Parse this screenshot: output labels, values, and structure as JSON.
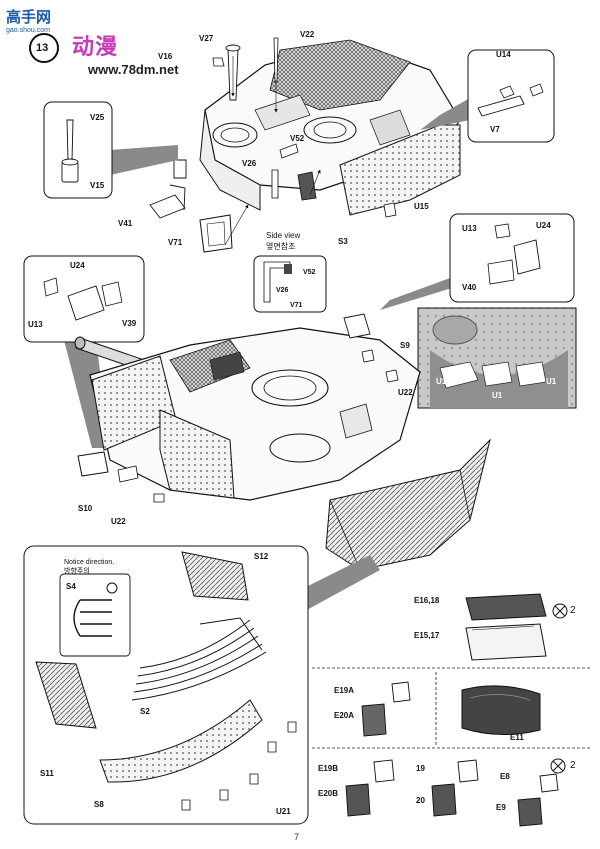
{
  "watermark": {
    "title": "高手网",
    "subtitle": "gao.shou.com",
    "brand": "动漫",
    "url": "www.78dm.net"
  },
  "step": {
    "number": "13"
  },
  "side_view": {
    "title": "Side view",
    "title_korean": "옆면참조",
    "parts": [
      "V52",
      "V26",
      "V71"
    ]
  },
  "notice": {
    "text": "Notice direction.",
    "text_korean": "방향주의",
    "part": "S4"
  },
  "labels": {
    "v27": "V27",
    "v22": "V22",
    "v16": "V16",
    "v25": "V25",
    "v15": "V15",
    "v41": "V41",
    "v71": "V71",
    "v26": "V26",
    "v52": "V52",
    "s3": "S3",
    "u15": "U15",
    "u14": "U14",
    "v7": "V7",
    "u13a": "U13",
    "u24a": "U24",
    "v40": "V40",
    "u24b": "U24",
    "u13b": "U13",
    "v39": "V39",
    "s9": "S9",
    "u22a": "U22",
    "s10": "S10",
    "u22b": "U22",
    "u1a": "U1",
    "u1b": "U1",
    "u1c": "U1",
    "s12": "S12",
    "s2": "S2",
    "s11": "S11",
    "s8": "S8",
    "u21": "U21",
    "e1618": "E16,18",
    "e1517": "E15,17",
    "e19a": "E19A",
    "e20a": "E20A",
    "e11": "E11",
    "e19b": "E19B",
    "e20b": "E20B",
    "n19": "19",
    "n20": "20",
    "e8": "E8",
    "e9": "E9"
  },
  "multipliers": {
    "x2a": "2",
    "x2b": "2"
  },
  "page_number": "7"
}
